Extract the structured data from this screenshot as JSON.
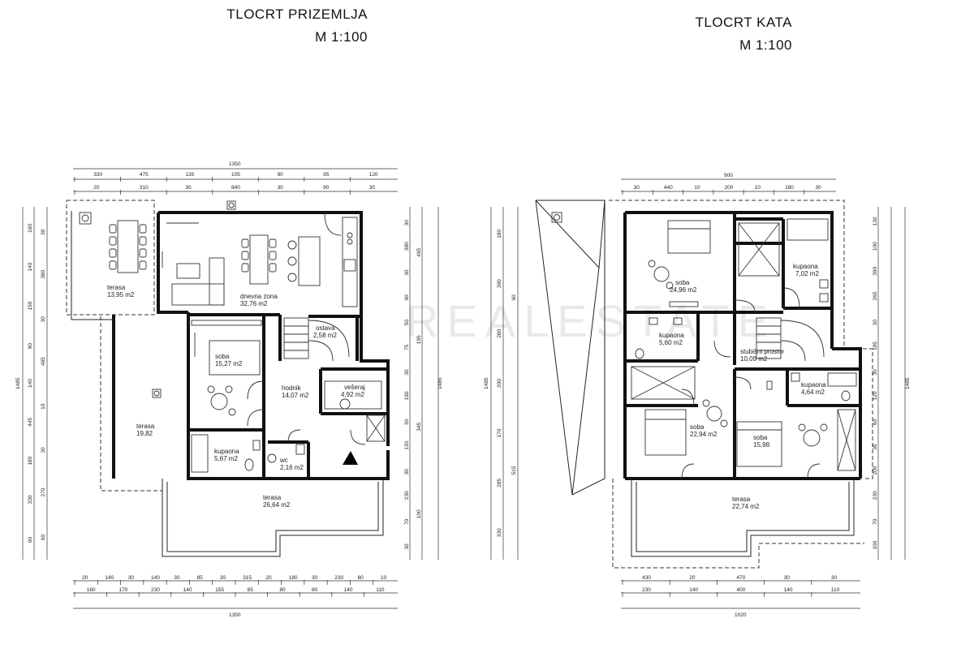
{
  "ground_floor": {
    "title": "TLOCRT PRIZEMLJA",
    "scale": "M 1:100",
    "total_width_label": "1350",
    "total_height_label": "1485",
    "rooms": [
      {
        "name": "terasa",
        "area": "13,95 m2"
      },
      {
        "name": "dnevna zona",
        "area": "32,76 m2"
      },
      {
        "name": "ostava",
        "area": "2,58 m2"
      },
      {
        "name": "soba",
        "area": "15,27 m2"
      },
      {
        "name": "hodnik",
        "area": "14,07 m2"
      },
      {
        "name": "vešeraj",
        "area": "4,92 m2"
      },
      {
        "name": "terasa",
        "area": "19,82"
      },
      {
        "name": "kupaona",
        "area": "5,67 m2"
      },
      {
        "name": "wc",
        "area": "2,16 m2"
      },
      {
        "name": "terasa",
        "area": "26,64 m2"
      }
    ],
    "dims_top_outer": [
      "330",
      "475",
      "135",
      "105",
      "90",
      "95",
      "120"
    ],
    "dims_top_inner": [
      "20",
      "310",
      "30",
      "840",
      "30",
      "90",
      "30"
    ],
    "dims_bottom_inner": [
      "20",
      "140",
      "30",
      "140",
      "30",
      "85",
      "30",
      "315",
      "20",
      "180",
      "30",
      "230",
      "60",
      "10"
    ],
    "dims_bottom_outer": [
      "160",
      "170",
      "230",
      "140",
      "155",
      "85",
      "80",
      "80",
      "140",
      "110"
    ],
    "dims_left_a": [
      "160",
      "140",
      "150",
      "90",
      "140",
      "445",
      "180",
      "330",
      "60"
    ],
    "dims_left_b": [
      "30",
      "380",
      "30",
      "485",
      "10",
      "30",
      "270",
      "60"
    ],
    "dims_right_a": [
      "30",
      "380",
      "30",
      "90",
      "50",
      "75",
      "30",
      "190",
      "30",
      "130",
      "30",
      "230",
      "70",
      "30"
    ],
    "dims_right_b": [
      "495",
      "195",
      "345",
      "100"
    ]
  },
  "upper_floor": {
    "title": "TLOCRT KATA",
    "scale": "M 1:100",
    "top_width_label": "900",
    "bottom_width_label": "1020",
    "total_height_label": "1485",
    "rooms": [
      {
        "name": "soba",
        "area": "24,96 m2"
      },
      {
        "name": "kupaona",
        "area": "7,02 m2"
      },
      {
        "name": "kupaona",
        "area": "5,60 m2"
      },
      {
        "name": "stubišni prostor",
        "area": "10,09 m2"
      },
      {
        "name": "kupaona",
        "area": "4,64 m2"
      },
      {
        "name": "soba",
        "area": "22,94 m2"
      },
      {
        "name": "soba",
        "area": "15,98"
      },
      {
        "name": "terasa",
        "area": "22,74 m2"
      }
    ],
    "dims_top_inner": [
      "30",
      "440",
      "10",
      "200",
      "10",
      "180",
      "30"
    ],
    "dims_bottom_inner": [
      "430",
      "20",
      "470",
      "30",
      "30"
    ],
    "dims_bottom_outer": [
      "230",
      "140",
      "400",
      "140",
      "110"
    ],
    "dims_left_a": [
      "180",
      "390",
      "280",
      "200",
      "170",
      "285",
      "330"
    ],
    "dims_left_b": [
      "60",
      "515"
    ],
    "dims_right_a": [
      "130",
      "100",
      "390",
      "265",
      "30",
      "195",
      "30",
      "120",
      "60",
      "30",
      "200",
      "230",
      "70",
      "100"
    ],
    "dims_right_b": [
      "1485"
    ]
  },
  "watermark": "REALESTATE"
}
